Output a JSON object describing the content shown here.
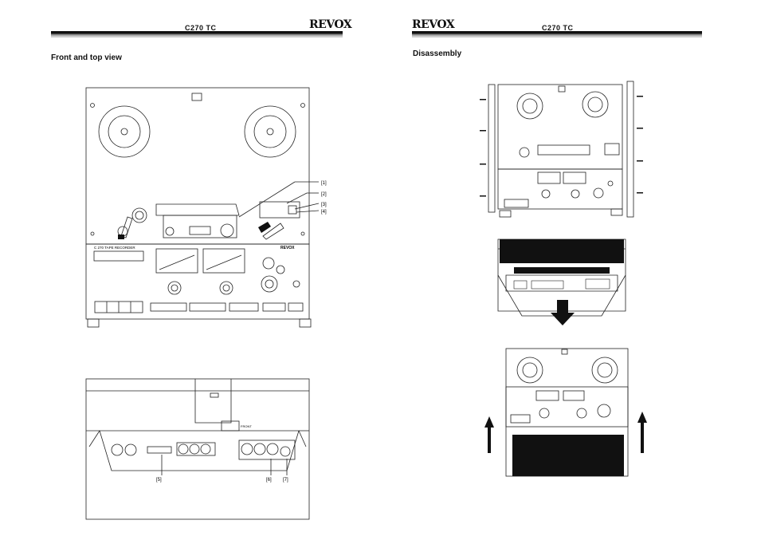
{
  "left_page": {
    "model": "C270 TC",
    "brand": "REVOX",
    "title": "Front and top view",
    "deck_label": "C 270 TAPE RECORDER",
    "deck_brand": "REVOX",
    "callouts": [
      "[1]",
      "[2]",
      "[3]",
      "[4]",
      "[5]",
      "[6]",
      "[7]"
    ],
    "rear_label": "FRONT"
  },
  "right_page": {
    "model": "C270 TC",
    "brand": "REVOX",
    "title": "Disassembly"
  }
}
